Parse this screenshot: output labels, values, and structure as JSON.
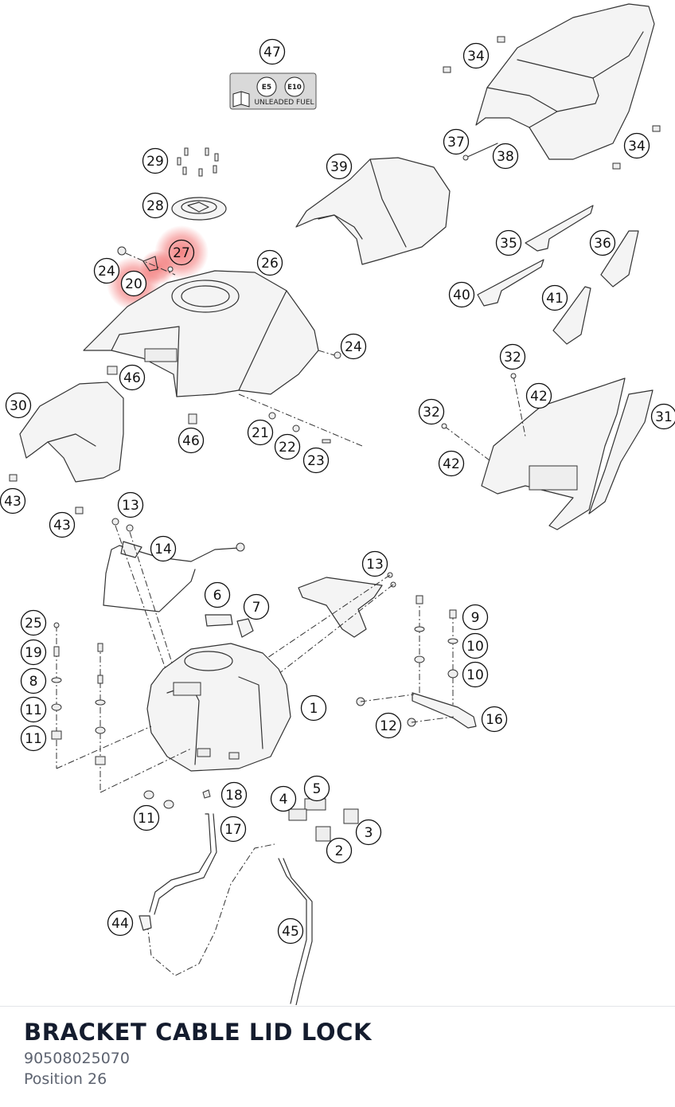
{
  "part": {
    "title": "BRACKET CABLE LID LOCK",
    "number": "90508025070",
    "position": "Position 26"
  },
  "label_panel": {
    "left_badge": "E5",
    "right_badge": "E10",
    "caption": "UNLEADED FUEL",
    "icon": "manual-book-icon"
  },
  "highlight_color": "#f05a5a",
  "callouts": [
    "47",
    "34",
    "37",
    "38",
    "34",
    "29",
    "39",
    "28",
    "27",
    "24",
    "26",
    "20",
    "35",
    "36",
    "40",
    "41",
    "24",
    "46",
    "32",
    "42",
    "30",
    "32",
    "31",
    "21",
    "22",
    "46",
    "23",
    "42",
    "43",
    "43",
    "13",
    "14",
    "13",
    "6",
    "7",
    "25",
    "9",
    "19",
    "10",
    "8",
    "11",
    "1",
    "10",
    "11",
    "12",
    "16",
    "5",
    "4",
    "18",
    "11",
    "17",
    "3",
    "2",
    "44",
    "45"
  ]
}
